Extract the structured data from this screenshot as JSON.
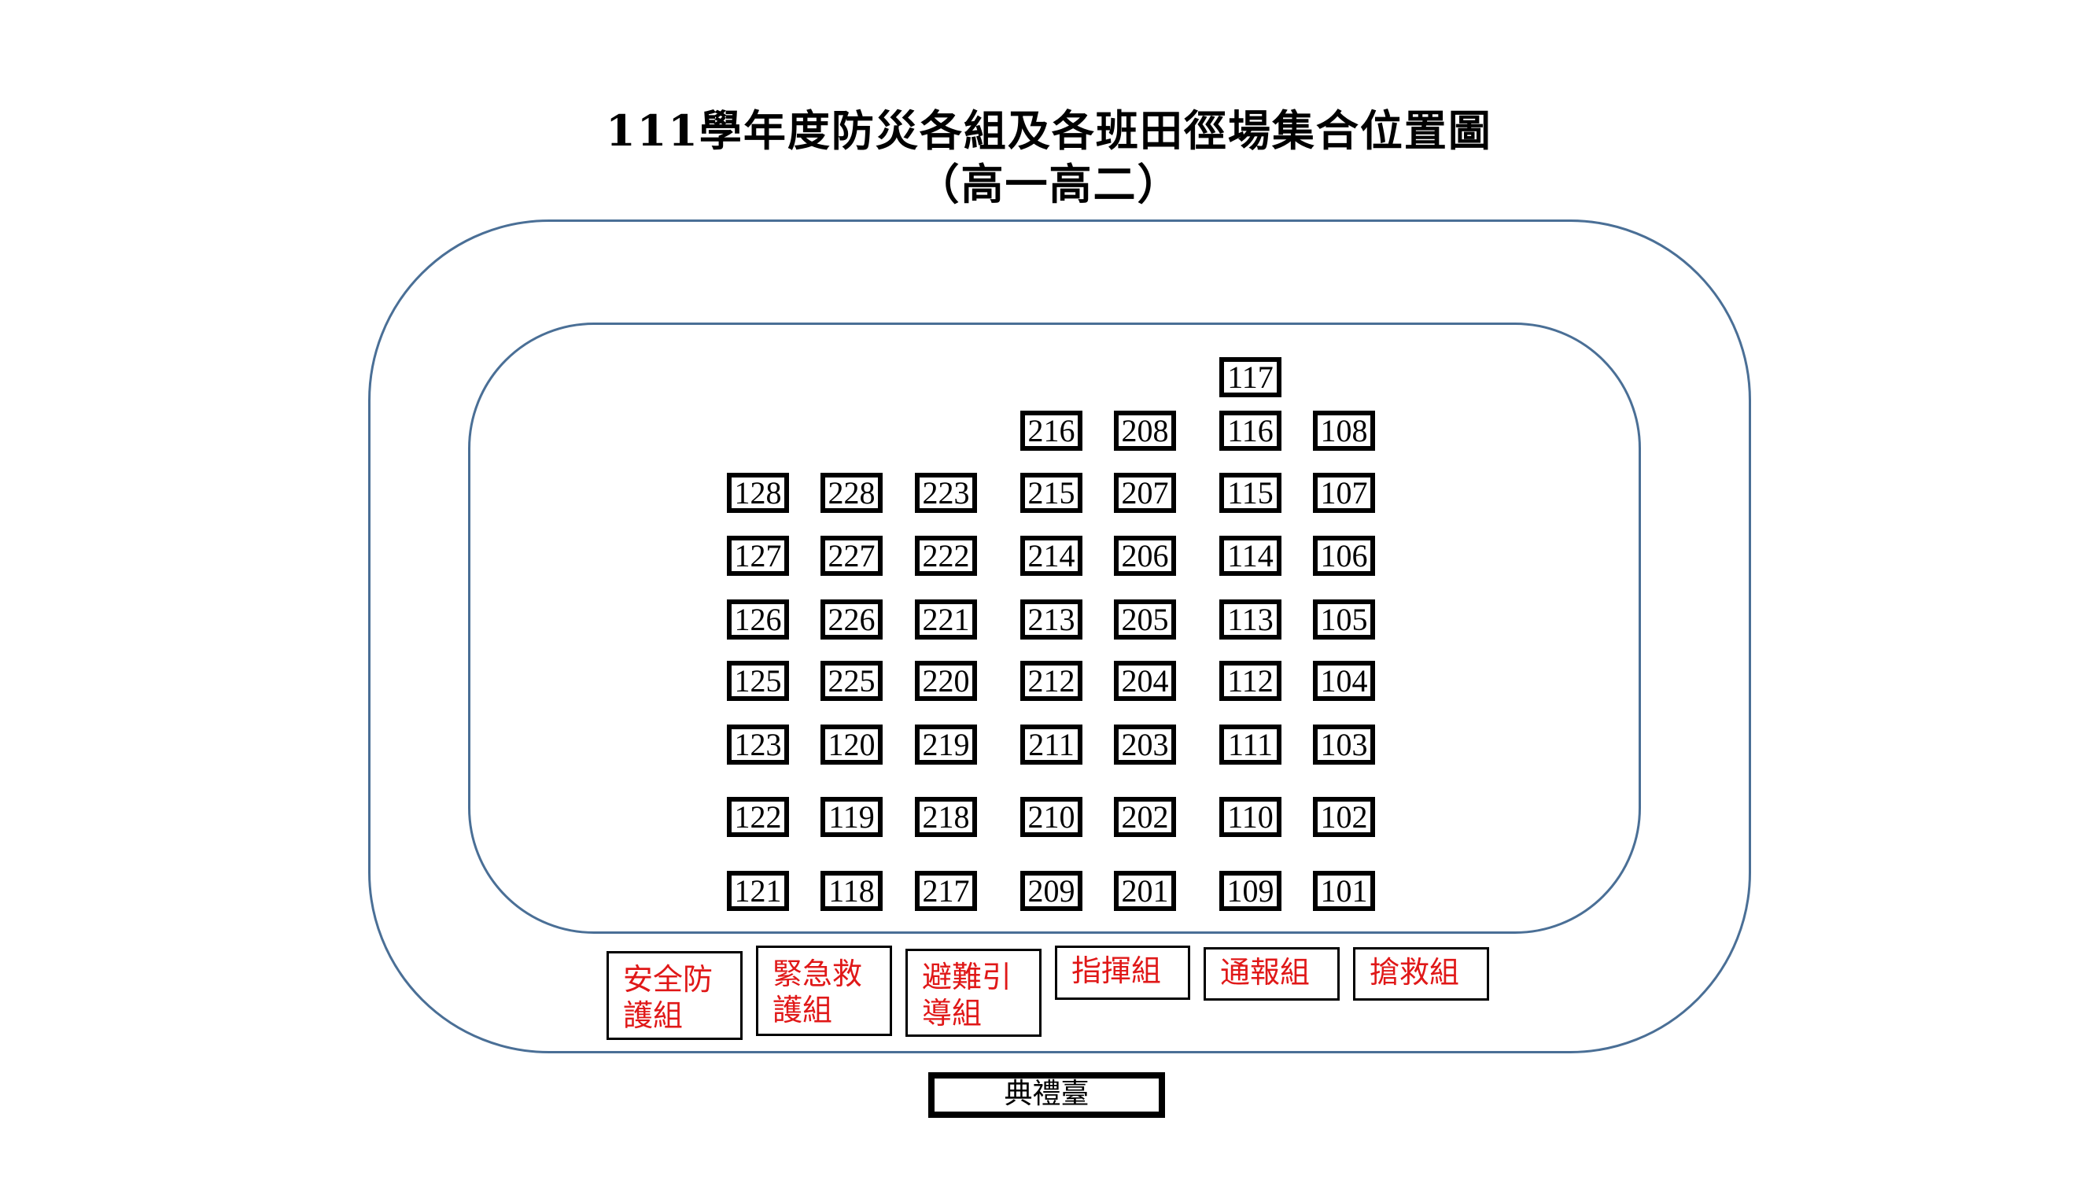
{
  "title": "111學年度防災各組及各班田徑場集合位置圖",
  "subtitle": "（高一高二）",
  "class_columns": [
    [
      "128",
      "127",
      "126",
      "125",
      "123",
      "122",
      "121"
    ],
    [
      "228",
      "227",
      "226",
      "225",
      "120",
      "119",
      "118"
    ],
    [
      "223",
      "222",
      "221",
      "220",
      "219",
      "218",
      "217"
    ],
    [
      "216",
      "215",
      "214",
      "213",
      "212",
      "211",
      "210",
      "209"
    ],
    [
      "208",
      "207",
      "206",
      "205",
      "204",
      "203",
      "202",
      "201"
    ],
    [
      "117",
      "116",
      "115",
      "114",
      "113",
      "112",
      "111",
      "110",
      "109"
    ],
    [
      "108",
      "107",
      "106",
      "105",
      "104",
      "103",
      "102",
      "101"
    ]
  ],
  "groups": [
    {
      "line1": "安全防",
      "line2": "護組"
    },
    {
      "line1": "緊急救",
      "line2": "護組"
    },
    {
      "line1": "避難引",
      "line2": "導組"
    },
    {
      "line1": "指揮組",
      "line2": ""
    },
    {
      "line1": "通報組",
      "line2": ""
    },
    {
      "line1": "搶救組",
      "line2": ""
    }
  ],
  "stage": "典禮臺",
  "colors": {
    "track": "#4a6f96",
    "group_text": "#e01818"
  }
}
